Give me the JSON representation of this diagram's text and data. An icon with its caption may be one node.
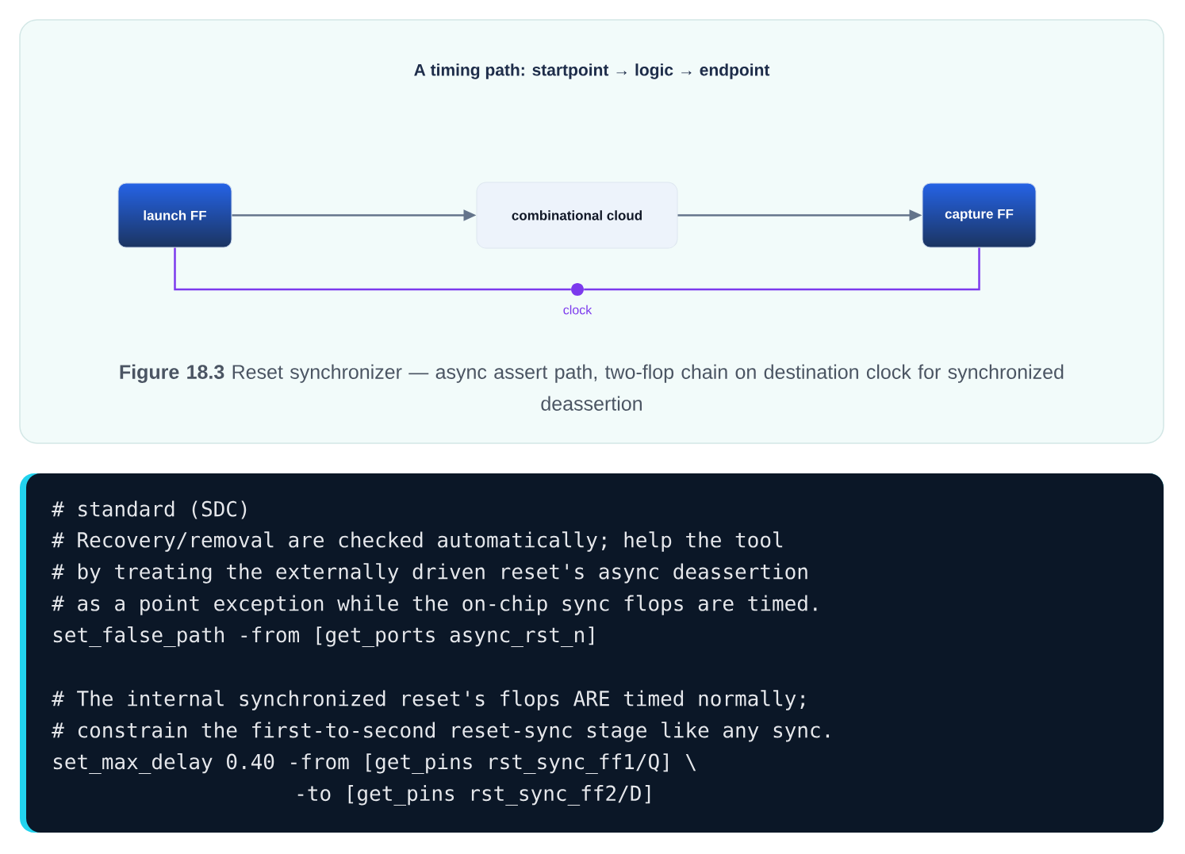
{
  "diagram": {
    "title": "A timing path: startpoint → logic → endpoint",
    "caption": "**Figure 18.3**  Reset synchronizer — async assert path, two-flop chain on destination clock for synchronized deassertion",
    "nodes": [
      {
        "text": [
          "launch FF"
        ]
      },
      {
        "text": [
          "combinational cloud"
        ]
      },
      {
        "text": [
          "capture FF"
        ]
      },
      {
        "text": [],
        "shape": "circle",
        "beside": [
          "clock"
        ]
      }
    ],
    "edges": [
      {
        "from": 0,
        "to": 1,
        "arrow": "to"
      },
      {
        "from": 1,
        "to": 2,
        "arrow": "to"
      },
      {
        "from": 3,
        "to": 0,
        "arrow": "none",
        "color": "#7c3aed"
      },
      {
        "from": 3,
        "to": 2,
        "arrow": "none",
        "color": "#7c3aed"
      }
    ],
    "labels": [
      "# standard (SDC)",
      "# Recovery/removal are checked automatically; help the tool",
      "# by treating the externally driven reset's async deassertion",
      "# as a point exception while the on-chip sync flops are timed.",
      "set_false_path -from [get_ports async_rst_n]",
      "# The internal synchronized reset's flops ARE timed normally;",
      "# constrain the first-to-second reset-sync stage like any sync.",
      "set_max_delay 0.40 -from [get_pins rst_sync_ff1/Q] \\",
      "-to   [get_pins rst_sync_ff2/D]"
    ]
  }
}
